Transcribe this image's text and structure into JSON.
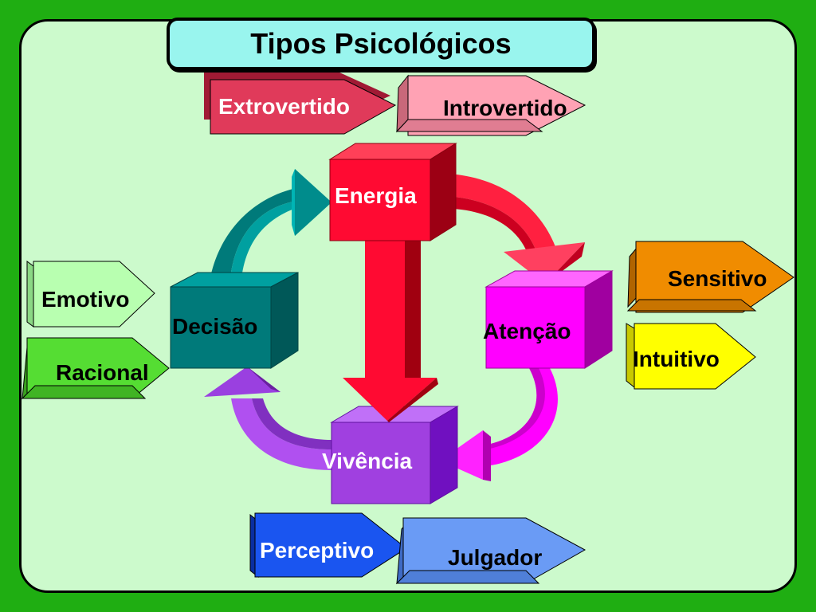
{
  "title": "Tipos Psicológicos",
  "cubes": {
    "energia": {
      "label": "Energia",
      "color": "#ff0a32"
    },
    "atencao": {
      "label": "Atenção",
      "color": "#ff00ff"
    },
    "vivencia": {
      "label": "Vivência",
      "color": "#a040e0"
    },
    "decisao": {
      "label": "Decisão",
      "color": "#007a7a"
    }
  },
  "tags": {
    "extrovertido": {
      "label": "Extrovertido",
      "color": "#e03a5a"
    },
    "introvertido": {
      "label": "Introvertido",
      "color": "#ffa2b4"
    },
    "sensitivo": {
      "label": "Sensitivo",
      "color": "#f08c00"
    },
    "intuitivo": {
      "label": "Intuitivo",
      "color": "#ffff00"
    },
    "emotivo": {
      "label": "Emotivo",
      "color": "#b8ffb0"
    },
    "racional": {
      "label": "Racional",
      "color": "#55dd33"
    },
    "perceptivo": {
      "label": "Perceptivo",
      "color": "#1a55f0"
    },
    "julgador": {
      "label": "Julgador",
      "color": "#6a9bf5"
    }
  }
}
